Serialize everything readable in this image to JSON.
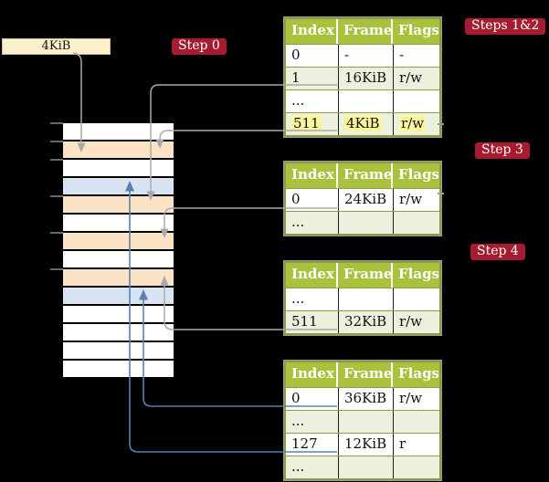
{
  "colors": {
    "bg": "#000000",
    "crimson": "#a51c30",
    "header-green": "#a9c23d",
    "row-green": "#ebf1dd",
    "row-white": "#ffffff",
    "highlight-yellow": "#fbf59e",
    "peach": "#fde3c6",
    "blue-row": "#d9e4f2",
    "cream": "#fdf0cd",
    "gray-line": "#a9a9a9",
    "blue-line": "#5b7eb5",
    "olive-border": "#8d9c43"
  },
  "frame_size_box": {
    "label": "4KiB"
  },
  "step_labels": {
    "step0": "Step 0",
    "steps12": "Steps 1&2",
    "step3": "Step 3",
    "step4": "Step 4"
  },
  "memory_rows": [
    "white",
    "peach",
    "white",
    "blue",
    "peach",
    "white",
    "peach",
    "white",
    "peach",
    "blue",
    "white",
    "white",
    "white",
    "white"
  ],
  "page_tables": [
    {
      "name": "table-steps-1-2",
      "columns": [
        "Index",
        "Frame",
        "Flags"
      ],
      "rows": [
        {
          "cells": [
            "0",
            "-",
            "-"
          ],
          "shaded": false,
          "highlighted": false
        },
        {
          "cells": [
            "1",
            "16KiB",
            "r/w"
          ],
          "shaded": true,
          "highlighted": false
        },
        {
          "cells": [
            "...",
            "",
            ""
          ],
          "shaded": false,
          "highlighted": false
        },
        {
          "cells": [
            "511",
            "4KiB",
            "r/w"
          ],
          "shaded": true,
          "highlighted": true
        }
      ]
    },
    {
      "name": "table-step-3",
      "columns": [
        "Index",
        "Frame",
        "Flags"
      ],
      "rows": [
        {
          "cells": [
            "0",
            "24KiB",
            "r/w"
          ],
          "shaded": false,
          "highlighted": false
        },
        {
          "cells": [
            "...",
            "",
            ""
          ],
          "shaded": true,
          "highlighted": false
        }
      ]
    },
    {
      "name": "table-step-4",
      "columns": [
        "Index",
        "Frame",
        "Flags"
      ],
      "rows": [
        {
          "cells": [
            "...",
            "",
            ""
          ],
          "shaded": false,
          "highlighted": false
        },
        {
          "cells": [
            "511",
            "32KiB",
            "r/w"
          ],
          "shaded": true,
          "highlighted": false
        }
      ]
    },
    {
      "name": "table-final",
      "columns": [
        "Index",
        "Frame",
        "Flags"
      ],
      "rows": [
        {
          "cells": [
            "0",
            "36KiB",
            "r/w"
          ],
          "shaded": false,
          "highlighted": false
        },
        {
          "cells": [
            "...",
            "",
            ""
          ],
          "shaded": true,
          "highlighted": false
        },
        {
          "cells": [
            "127",
            "12KiB",
            "r"
          ],
          "shaded": false,
          "highlighted": false
        },
        {
          "cells": [
            "...",
            "",
            ""
          ],
          "shaded": true,
          "highlighted": false
        }
      ]
    }
  ]
}
